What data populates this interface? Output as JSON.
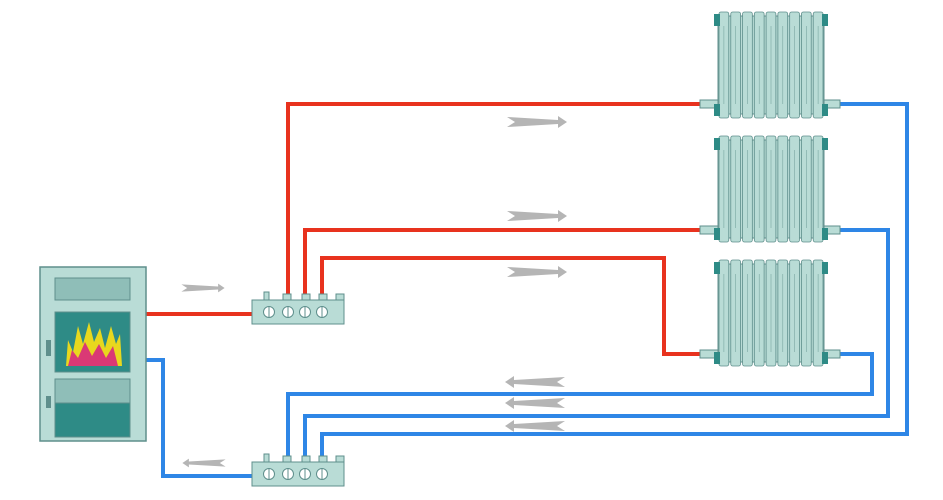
{
  "colors": {
    "supply": "#e8321e",
    "return": "#2e86e6",
    "equipment_fill": "#b9dcd6",
    "equipment_dark": "#2e8b86",
    "equipment_outline": "#5f8f8c",
    "arrow": "#b5b5b5",
    "flame_outer": "#e8d81e",
    "flame_inner": "#d8287e"
  },
  "boiler": {
    "icon": "stove-boiler-icon",
    "has_flame": true
  },
  "manifolds": [
    {
      "id": "supply",
      "icon": "supply-manifold-icon",
      "ports": 4
    },
    {
      "id": "return",
      "icon": "return-manifold-icon",
      "ports": 4
    }
  ],
  "radiators": [
    {
      "id": "top",
      "icon": "radiator-icon",
      "sections": 9
    },
    {
      "id": "middle",
      "icon": "radiator-icon",
      "sections": 9
    },
    {
      "id": "bottom",
      "icon": "radiator-icon",
      "sections": 9
    }
  ],
  "flow_arrows": {
    "boiler_to_supply_manifold": "right",
    "supply_to_radiators": "right",
    "radiators_to_return_manifold": "left",
    "return_manifold_to_boiler": "left"
  }
}
